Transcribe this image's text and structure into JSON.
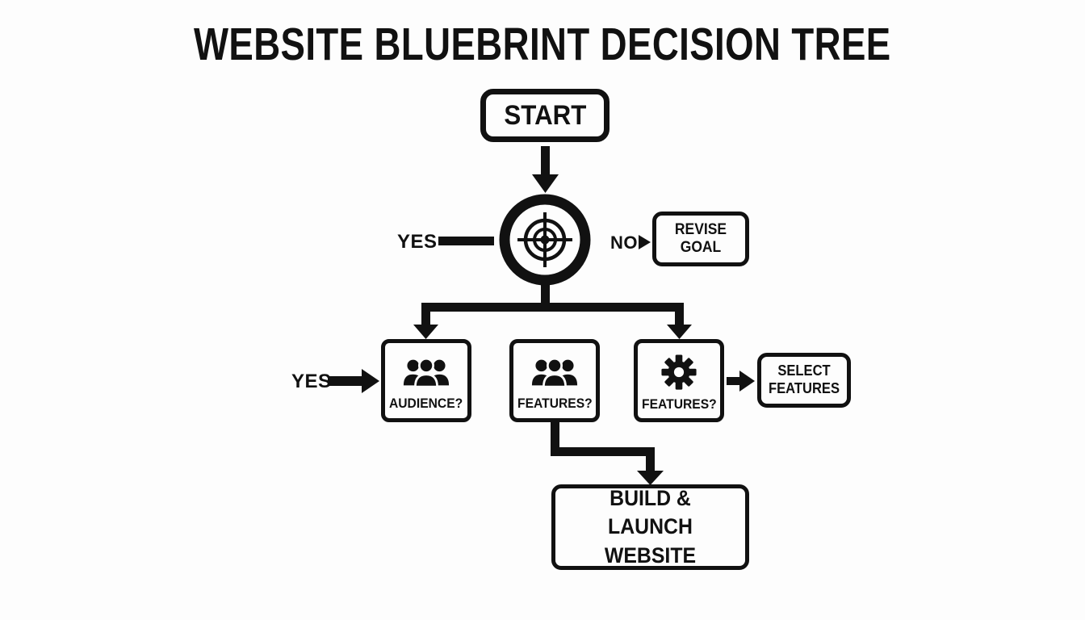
{
  "title": "WEBSITE BLUEBRINT DECISION TREE",
  "nodes": {
    "start": {
      "label": "START"
    },
    "goal_check": {
      "icon": "target-icon"
    },
    "revise_goal": {
      "label": "REVISE GOAL"
    },
    "audience": {
      "label": "AUDIENCE?",
      "icon": "people-icon"
    },
    "features_mid": {
      "label": "FEATURES?",
      "icon": "people-icon"
    },
    "features_right": {
      "label": "FEATURES?",
      "icon": "gear-icon"
    },
    "select_features": {
      "label": "SELECT FEATURES"
    },
    "build_launch": {
      "label": "BUILD & LAUNCH WEBSITE"
    }
  },
  "edges": {
    "yes_goal": "YES",
    "no_goal": "NO",
    "yes_audience": "YES"
  },
  "colors": {
    "ink": "#111111",
    "background": "#fdfdfd"
  }
}
